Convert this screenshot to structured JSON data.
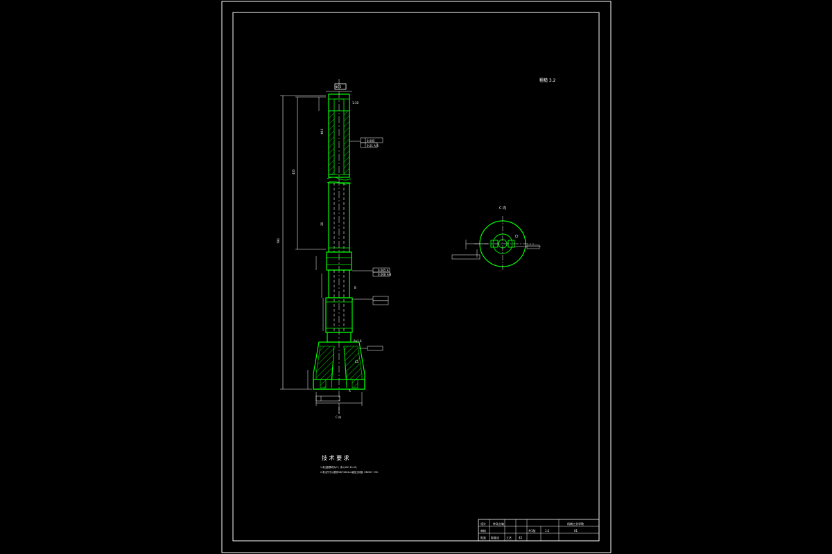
{
  "drawing": {
    "surface_note": "粗糙 3.2",
    "view_label": "C 向",
    "view_arrow_label": "C 向",
    "tech_title": "技 术 要 求",
    "tech_notes": [
      "1.未注倒角均为C1,   淬火HRC 40-45;",
      "2.未注尺寸公差按GB/T1804-m级加工精度,   HB200~230."
    ],
    "dims": {
      "top_width": "Φ35",
      "overall_len": "790",
      "upper_len": "435",
      "bore_top": "1:10",
      "tol1": "0.005",
      "tol2": "0.01 A-B",
      "tol3": "0.005 A",
      "tol4": "0.008 A-B",
      "chamfer": "C1",
      "base_ra": "Ra1.6",
      "section_a": "A",
      "section_b": "B",
      "width_note": "Φ40",
      "side_dim": "26"
    },
    "title_block": {
      "part_name": "传动立轴",
      "company": "机械工业学院",
      "material": "45",
      "scale": "1:2",
      "sheet": "共1张",
      "drawing_no": "01",
      "labels": [
        "设计",
        "审核",
        "批准"
      ],
      "row3_a": "标准化",
      "row3_b": "工艺"
    }
  },
  "colors": {
    "background": "#000000",
    "frame": "#ffffff",
    "part": "#00ff00",
    "dim": "#ffffff"
  }
}
